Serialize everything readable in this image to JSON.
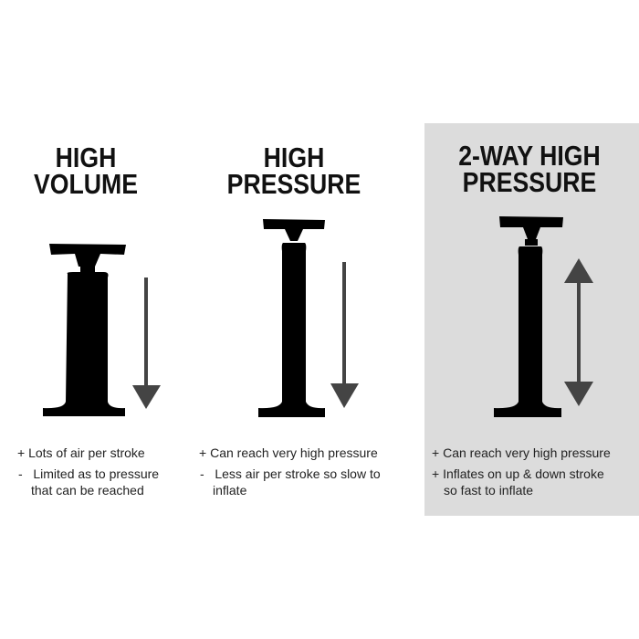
{
  "columns": [
    {
      "title_line1": "HIGH",
      "title_line2": "VOLUME",
      "highlighted": false,
      "arrow": "down",
      "points": [
        {
          "sign": "+",
          "text": "Lots of air per stroke"
        },
        {
          "sign": "-",
          "text": "Limited as to pressure",
          "text2": "that can be reached"
        }
      ]
    },
    {
      "title_line1": "HIGH",
      "title_line2": "PRESSURE",
      "highlighted": false,
      "arrow": "down",
      "points": [
        {
          "sign": "+",
          "text": "Can reach very high pressure"
        },
        {
          "sign": "-",
          "text": "Less air per stroke so slow to",
          "text2": "inflate"
        }
      ]
    },
    {
      "title_line1": "2-WAY HIGH",
      "title_line2": "PRESSURE",
      "highlighted": true,
      "arrow": "up-down",
      "points": [
        {
          "sign": "+",
          "text": "Can reach very high pressure"
        },
        {
          "sign": "+",
          "text": "Inflates on up & down stroke",
          "text2": "so fast to inflate"
        }
      ]
    }
  ],
  "colors": {
    "panel": "#dcdcdc",
    "pump": "#000000",
    "arrow": "#444444"
  }
}
